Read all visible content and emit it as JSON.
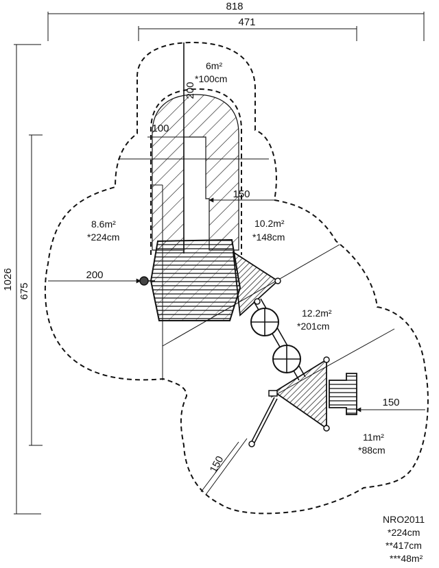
{
  "dimensions": {
    "overall_width": "818",
    "inner_width": "471",
    "overall_height": "1026",
    "inner_height": "675",
    "top_zone_height": "200",
    "top_zone_width": "100",
    "right_zone_width": "150",
    "left_zone_width": "200",
    "right_lower_width": "150",
    "diagonal_width": "150"
  },
  "areas": {
    "top": {
      "area": "6m²",
      "height": "*100cm"
    },
    "left": {
      "area": "8.6m²",
      "height": "*224cm"
    },
    "right_upper": {
      "area": "10.2m²",
      "height": "*148cm"
    },
    "middle": {
      "area": "12.2m²",
      "height": "*201cm"
    },
    "bottom": {
      "area": "11m²",
      "height": "*88cm"
    }
  },
  "reference": {
    "code": "NRO2011",
    "height_1": "*224cm",
    "height_2": "**417cm",
    "area_total": "***48m²"
  }
}
